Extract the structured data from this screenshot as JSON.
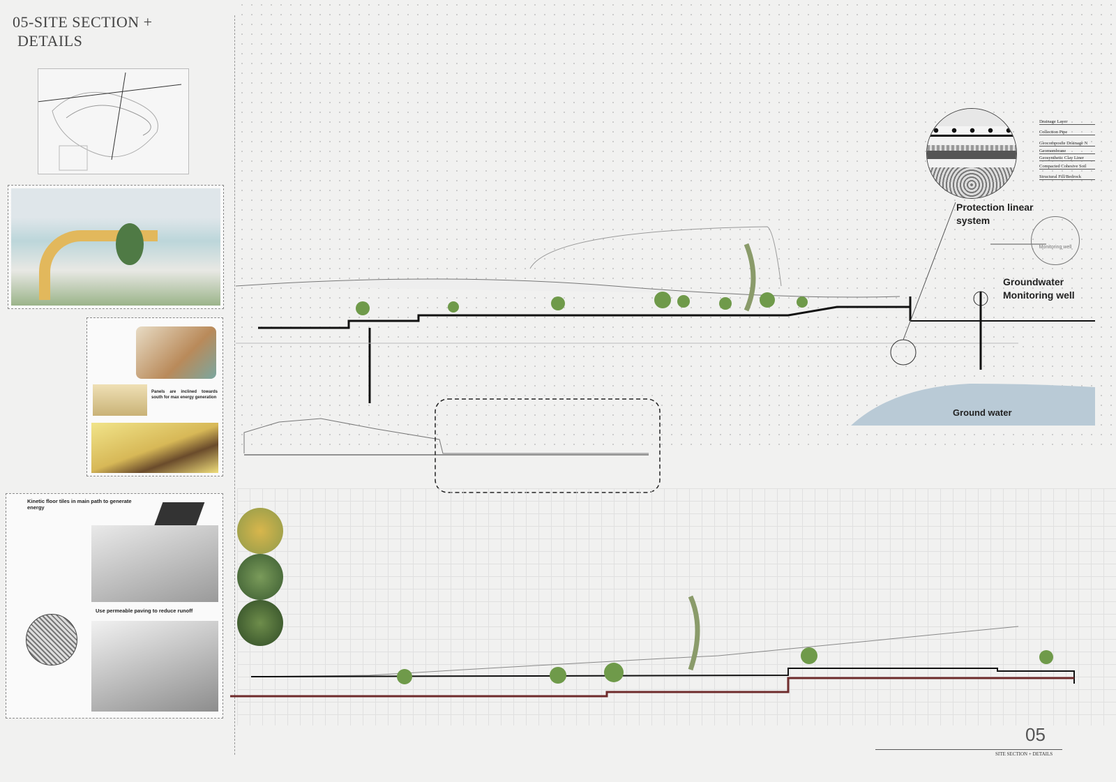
{
  "header": {
    "title_line1": "05-SITE SECTION +",
    "title_line2": "DETAILS"
  },
  "captions": {
    "panels": "Panels are inclined towards south for max energy generation",
    "kinetic": "Kinetic floor tiles in main path to generate energy",
    "permeable": "Use permeable paving to reduce runoff"
  },
  "detail": {
    "layers": [
      "Drainage Layer",
      "Collection Pipe",
      "Geocomposite Drainage N",
      "Geomembrane",
      "Geosynthetic Clay Liner",
      "Compacted Cohesive Soil",
      "Structural Fill/Bedrock"
    ],
    "protection_label": "Protection linear system",
    "well_label": "Groundwater Monitoring well",
    "well_icon_label": "Monitoring well",
    "ground_water_label": "Ground water"
  },
  "colors": {
    "ground_water": "#b9cad6",
    "soil_line": "#6e2b2b",
    "tree_green": "#6f9a4a"
  },
  "footer": {
    "page_number": "05",
    "subtitle": "SITE SECTION + DETAILS"
  }
}
